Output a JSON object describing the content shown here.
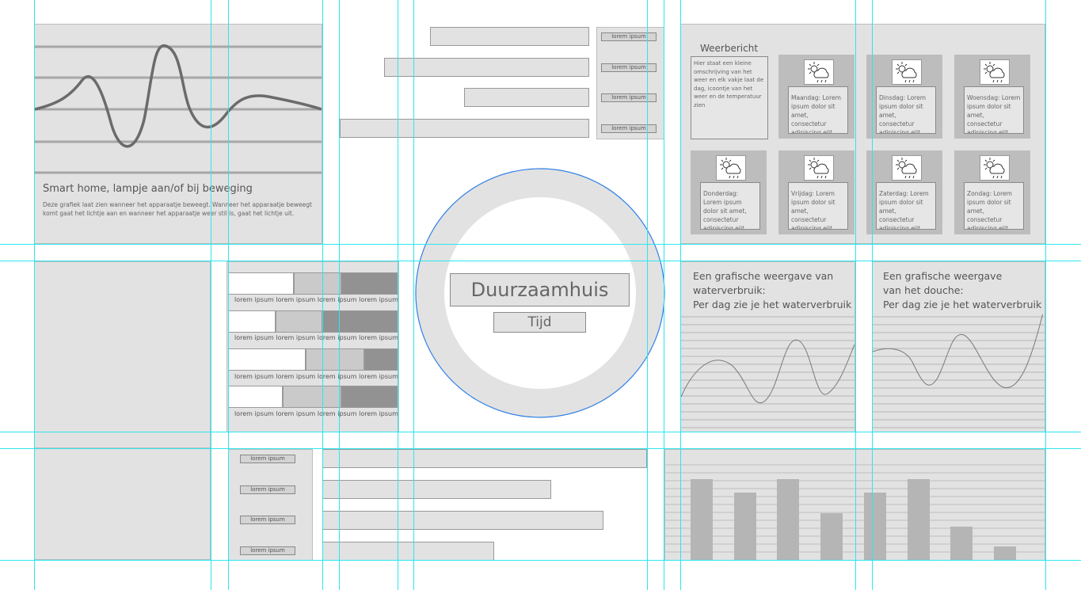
{
  "smart_home": {
    "title": "Smart home, lampje aan/of bij beweging",
    "description": "Deze grafiek laat zien wanneer het apparaatje beweegt. Wanneer het apparaatje beweegt komt gaat het lichtje aan en wanneer het apparaatje weer stil is, gaat het lichtje uit."
  },
  "top_chips": [
    "lorem ipsum",
    "lorem ipsum",
    "lorem ipsum",
    "lorem ipsum"
  ],
  "bottom_chips": [
    "lorem ipsum",
    "lorem ipsum",
    "lorem ipsum",
    "lorem ipsum"
  ],
  "stack_labels": [
    "lorem ipsum lorem ipsum lorem ipsum lorem ipsum",
    "lorem ipsum lorem ipsum lorem ipsum lorem ipsum",
    "lorem ipsum lorem ipsum lorem ipsum lorem ipsum",
    "lorem ipsum lorem ipsum lorem ipsum lorem ipsum"
  ],
  "center": {
    "title": "Duurzaamhuis",
    "button": "Tijd"
  },
  "weather": {
    "title": "Weerbericht",
    "intro": "Hier staat een kleine omschrijving van het weer en elk vakje laat de dag, icoontje van het weer en de temperatuur zien",
    "days": [
      "Maandag: Lorem ipsum dolor sit amet, consectetur adipiscing elit",
      "Dinsdag: Lorem ipsum dolor sit amet, consectetur adipiscing elit",
      "Woensdag: Lorem ipsum dolor sit amet, consectetur adipiscing elit",
      "Donderdag: Lorem ipsum dolor sit amet, consectetur adipiscing elit",
      "Vrijdag: Lorem ipsum dolor sit amet, consectetur adipiscing elit",
      "Zaterdag: Lorem ipsum dolor sit amet, consectetur adipiscing elit",
      "Zondag: Lorem ipsum dolor sit amet, consectetur adipiscing elit"
    ],
    "icon": "sun-cloud-rain-icon"
  },
  "water": {
    "line1": "Een grafische weergave van",
    "line2": "waterverbruik:",
    "line3": "Per dag zie je het waterverbruik"
  },
  "douche": {
    "line1": "Een grafische weergave",
    "line2": "van het douche:",
    "line3": "Per dag zie je het waterverbruik"
  },
  "chart_data": [
    {
      "type": "bar",
      "values": [
        6,
        5,
        6,
        3.5,
        5,
        6,
        2.5,
        1
      ],
      "ylim": [
        0,
        6.5
      ],
      "grid": true
    }
  ]
}
